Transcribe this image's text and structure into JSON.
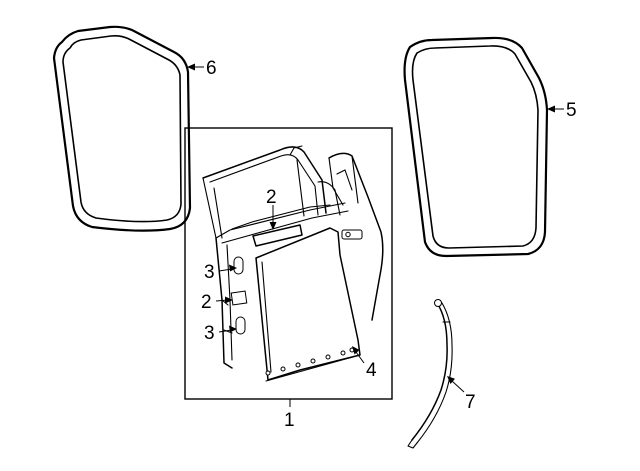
{
  "diagram": {
    "callouts": [
      {
        "id": "1",
        "text": "1"
      },
      {
        "id": "2a",
        "text": "2"
      },
      {
        "id": "2b",
        "text": "2"
      },
      {
        "id": "3a",
        "text": "3"
      },
      {
        "id": "3b",
        "text": "3"
      },
      {
        "id": "4",
        "text": "4"
      },
      {
        "id": "5",
        "text": "5"
      },
      {
        "id": "6",
        "text": "6"
      },
      {
        "id": "7",
        "text": "7"
      }
    ]
  }
}
